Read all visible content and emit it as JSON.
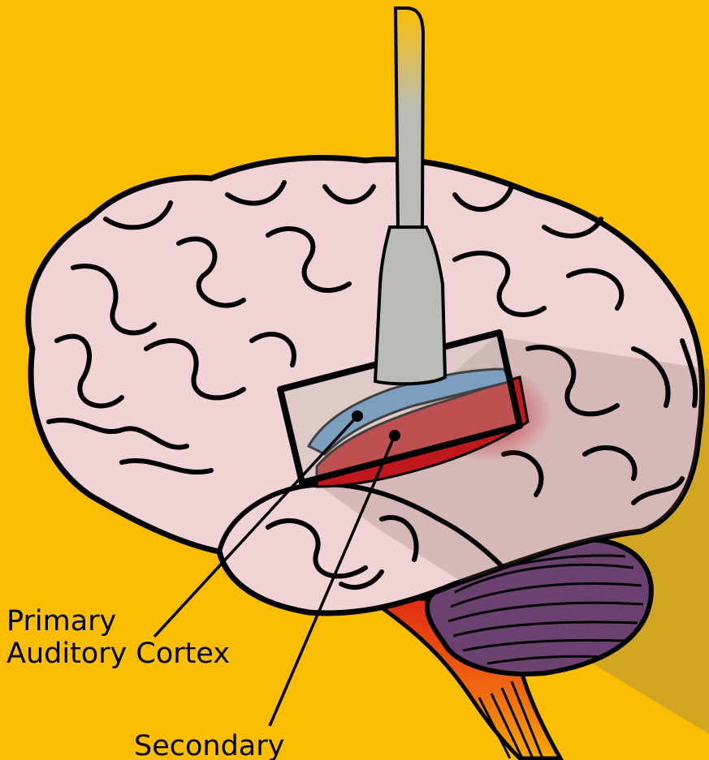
{
  "labels": {
    "primary_line1": "Primary",
    "primary_line2": "Auditory Cortex",
    "secondary_line1": "Secondary"
  },
  "colors": {
    "background": "#fbbd00",
    "brain": "#f1d3d5",
    "outline": "#000000",
    "primary_cortex": "#5b8fc7",
    "secondary_cortex": "#c0161d",
    "cerebellum": "#6a416f",
    "probe": "#b9bcb4"
  }
}
